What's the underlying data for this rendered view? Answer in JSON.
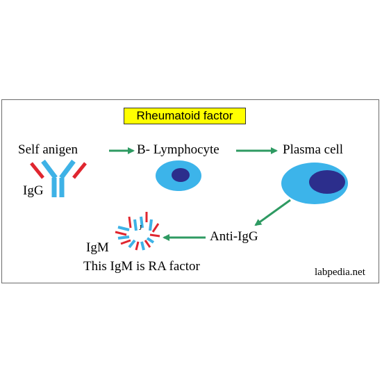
{
  "title": "Rheumatoid factor",
  "labels": {
    "self_antigen": "Self anigen",
    "b_lymphocyte": "B- Lymphocyte",
    "plasma_cell": "Plasma cell",
    "igg": "IgG",
    "anti_igg": "Anti-IgG",
    "igm": "IgM",
    "igm_note": "This IgM is RA factor",
    "j_chain": "J",
    "watermark": "labpedia.net"
  },
  "colors": {
    "title_bg": "#ffff00",
    "antibody_blue": "#3eb2e6",
    "antigen_red": "#e0262f",
    "cell_outer": "#3cb4ea",
    "cell_nucleus": "#2c2e8c",
    "arrow_green": "#2e9a62"
  }
}
